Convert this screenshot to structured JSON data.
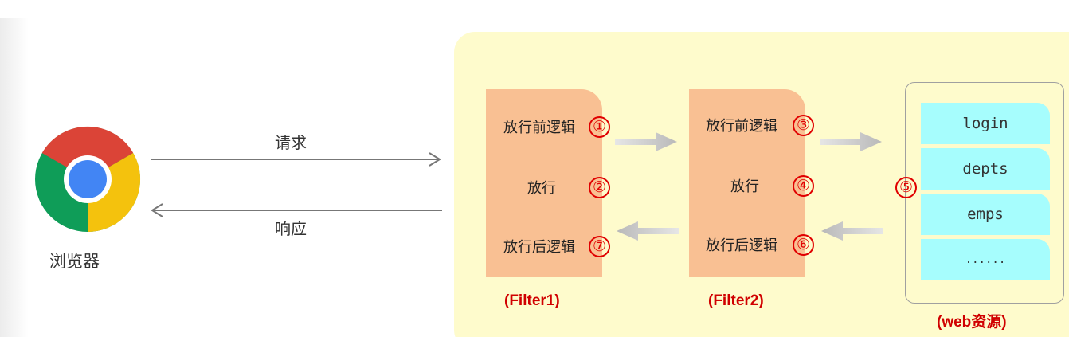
{
  "browser": {
    "label": "浏览器",
    "icon": "chrome-icon"
  },
  "arrows": {
    "request": "请求",
    "response": "响应"
  },
  "filters": [
    {
      "label": "(Filter1)",
      "before": "放行前逻辑",
      "before_num": "①",
      "pass": "放行",
      "pass_num": "②",
      "after": "放行后逻辑",
      "after_num": "⑦"
    },
    {
      "label": "(Filter2)",
      "before": "放行前逻辑",
      "before_num": "③",
      "pass": "放行",
      "pass_num": "④",
      "after": "放行后逻辑",
      "after_num": "⑥"
    }
  ],
  "web": {
    "label": "(web资源)",
    "step_num": "⑤",
    "resources": [
      "login",
      "depts",
      "emps",
      "......"
    ]
  },
  "colors": {
    "panel": "#fefbcc",
    "filter": "#f9c093",
    "resource": "#a6fdfd",
    "accent_red": "#e00000",
    "chrome_red": "#db4437",
    "chrome_yellow": "#f4c20d",
    "chrome_green": "#0f9d58",
    "chrome_blue": "#4285f4"
  }
}
